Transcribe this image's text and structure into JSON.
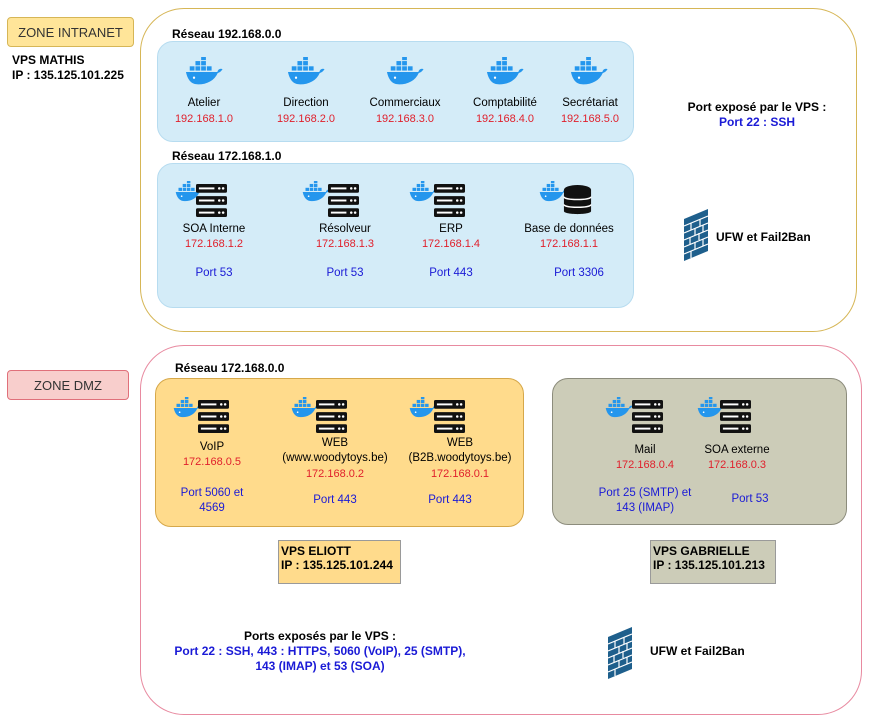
{
  "intranet": {
    "zone_label": "ZONE INTRANET",
    "vps_name": "VPS MATHIS",
    "vps_ip": "IP : 135.125.101.225",
    "exposed_title": "Port exposé par le VPS :",
    "exposed_ports": "Port 22 : SSH",
    "firewall_label": "UFW et Fail2Ban",
    "network1": {
      "title": "Réseau 192.168.0.0",
      "nodes": [
        {
          "name": "Atelier",
          "ip": "192.168.1.0"
        },
        {
          "name": "Direction",
          "ip": "192.168.2.0"
        },
        {
          "name": "Commerciaux",
          "ip": "192.168.3.0"
        },
        {
          "name": "Comptabilité",
          "ip": "192.168.4.0"
        },
        {
          "name": "Secrétariat",
          "ip": "192.168.5.0"
        }
      ]
    },
    "network2": {
      "title": "Réseau 172.168.1.0",
      "nodes": [
        {
          "name": "SOA Interne",
          "ip": "172.168.1.2",
          "port": "Port 53"
        },
        {
          "name": "Résolveur",
          "ip": "172.168.1.3",
          "port": "Port 53"
        },
        {
          "name": "ERP",
          "ip": "172.168.1.4",
          "port": "Port 443"
        },
        {
          "name": "Base de données",
          "ip": "172.168.1.1",
          "port": "Port 3306"
        }
      ]
    }
  },
  "dmz": {
    "zone_label": "ZONE DMZ",
    "network_title": "Réseau 172.168.0.0",
    "eliott_nodes": [
      {
        "name": "VoIP",
        "ip": "172.168.0.5",
        "port_line1": "Port 5060 et",
        "port_line2": "4569"
      },
      {
        "name_line1": "WEB",
        "name_line2": "(www.woodytoys.be)",
        "ip": "172.168.0.2",
        "port": "Port 443"
      },
      {
        "name_line1": "WEB",
        "name_line2": "(B2B.woodytoys.be)",
        "ip": "172.168.0.1",
        "port": "Port 443"
      }
    ],
    "gabrielle_nodes": [
      {
        "name": "Mail",
        "ip": "172.168.0.4",
        "port_line1": "Port 25 (SMTP) et",
        "port_line2": "143 (IMAP)"
      },
      {
        "name": "SOA externe",
        "ip": "172.168.0.3",
        "port": "Port 53"
      }
    ],
    "vps_eliott": {
      "name": "VPS ELIOTT",
      "ip": "IP : 135.125.101.244"
    },
    "vps_gabrielle": {
      "name": "VPS GABRIELLE",
      "ip": "IP : 135.125.101.213"
    },
    "exposed_title": "Ports exposés par le VPS :",
    "exposed_line1": "Port 22 : SSH, 443 : HTTPS, 5060 (VoIP), 25 (SMTP),",
    "exposed_line2": "143 (IMAP) et 53 (SOA)",
    "firewall_label": "UFW et Fail2Ban"
  },
  "colors": {
    "intranet_border": "#d6b656",
    "dmz_border": "#e88aa0",
    "network_blue": "#d4ecf8",
    "network_yellow": "#ffdb8c",
    "network_gray": "#ccccb8",
    "ip_red": "#e0202c",
    "port_blue": "#1a1ad6",
    "docker_blue": "#2496ed"
  }
}
